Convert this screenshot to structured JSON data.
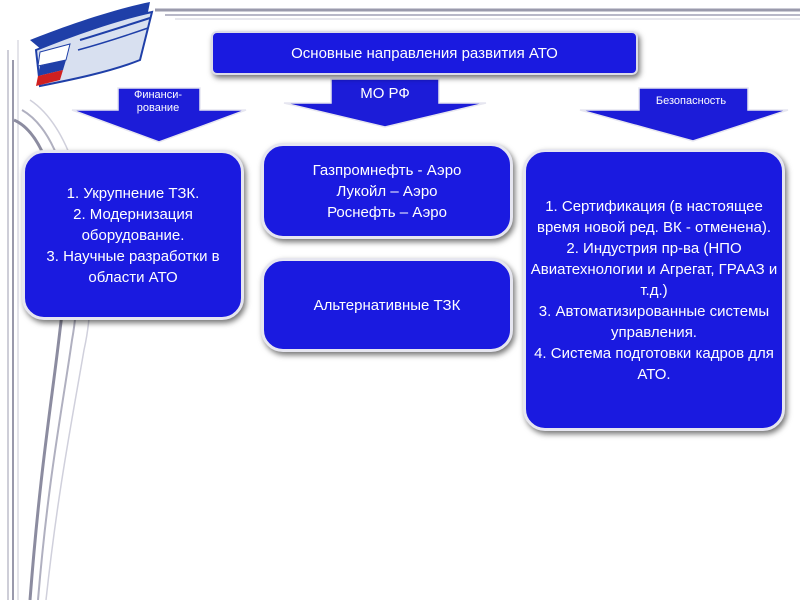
{
  "title": "Основные направления развития АТО",
  "arrows": {
    "left_label": "Финанси-\nрование",
    "middle_label": "МО РФ",
    "right_label": "Безопасность"
  },
  "boxes": {
    "left": "1. Укрупнение ТЗК.\n2. Модернизация оборудование.\n3. Научные разработки в области АТО",
    "middle_top": "Газпромнефть - Аэро\nЛукойл – Аэро\nРоснефть – Аэро",
    "middle_bottom": "Альтернативные ТЗК",
    "right": "1. Сертификация (в настоящее время новой ред. ВК - отменена).\n2. Индустрия пр-ва (НПО Авиатехнологии и Агрегат, ГРААЗ и т.д.)\n3. Автоматизированные системы управления.\n4. Система подготовки кадров для АТО."
  },
  "colors": {
    "box_fill": "#1a1ae0",
    "arrow_fill": "#1c1cd8",
    "decor_gray": "#8c8ca0",
    "logo_blue": "#1f3fa8",
    "logo_red": "#d02020"
  }
}
